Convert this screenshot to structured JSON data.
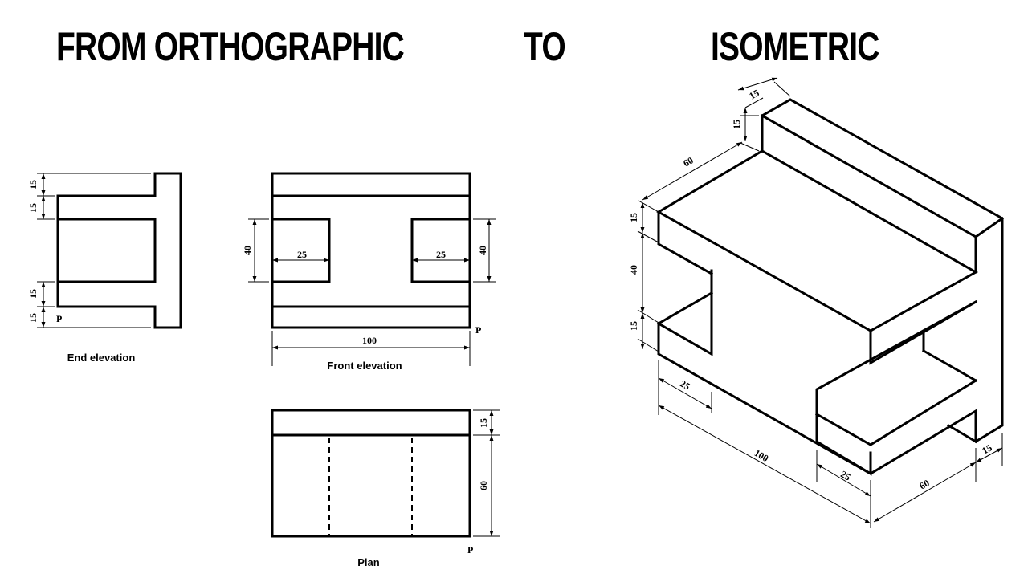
{
  "title": {
    "part1": "FROM ORTHOGRAPHIC",
    "part2": "TO",
    "part3": "ISOMETRIC"
  },
  "views": {
    "end_elevation": "End elevation",
    "front_elevation": "Front elevation",
    "plan": "Plan"
  },
  "reference_point": "P",
  "dimensions": {
    "end_top_15a": "15",
    "end_top_15b": "15",
    "end_bot_15a": "15",
    "end_bot_15b": "15",
    "front_height_left": "40",
    "front_height_right": "40",
    "front_slot_left": "25",
    "front_slot_right": "25",
    "front_length": "100",
    "plan_15": "15",
    "plan_60": "60",
    "iso_top_15a": "15",
    "iso_top_15b": "15",
    "iso_depth_60": "60",
    "iso_left_15a": "15",
    "iso_left_40": "40",
    "iso_left_15b": "15",
    "iso_front_25a": "25",
    "iso_front_100": "100",
    "iso_front_25b": "25",
    "iso_right_60": "60",
    "iso_right_15": "15"
  }
}
